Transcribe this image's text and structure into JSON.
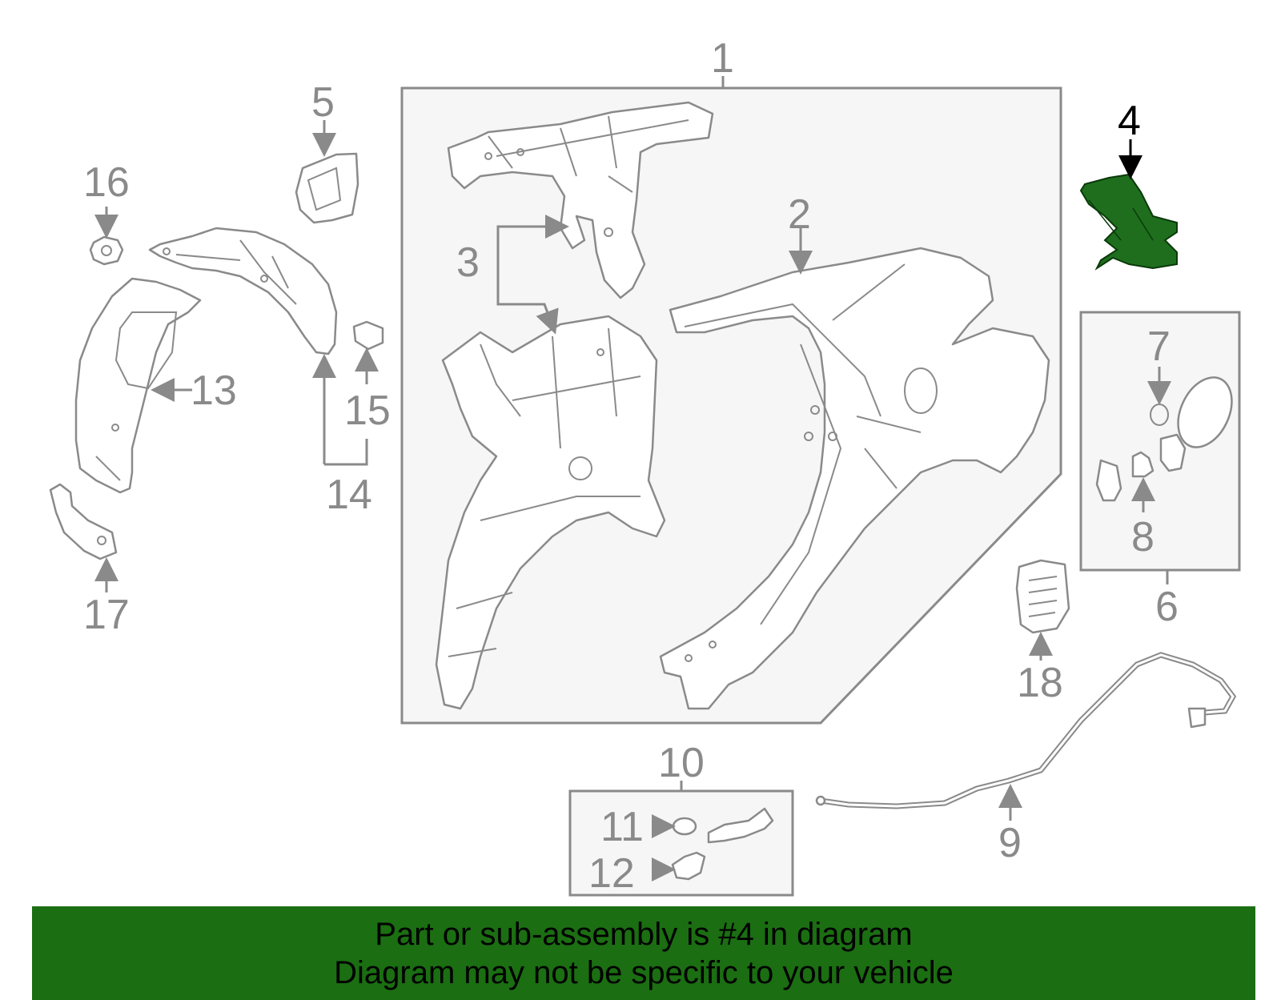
{
  "callouts": {
    "c1": "1",
    "c2": "2",
    "c3": "3",
    "c4": "4",
    "c5": "5",
    "c6": "6",
    "c7": "7",
    "c8": "8",
    "c9": "9",
    "c10": "10",
    "c11": "11",
    "c12": "12",
    "c13": "13",
    "c14": "14",
    "c15": "15",
    "c16": "16",
    "c17": "17",
    "c18": "18"
  },
  "highlight": {
    "part_number": "4",
    "color": "#1e6e1e",
    "banner_color": "#1b6e12"
  },
  "banner": {
    "line1": "Part or sub-assembly is #4 in diagram",
    "line2": "Diagram may not be specific to your vehicle"
  }
}
